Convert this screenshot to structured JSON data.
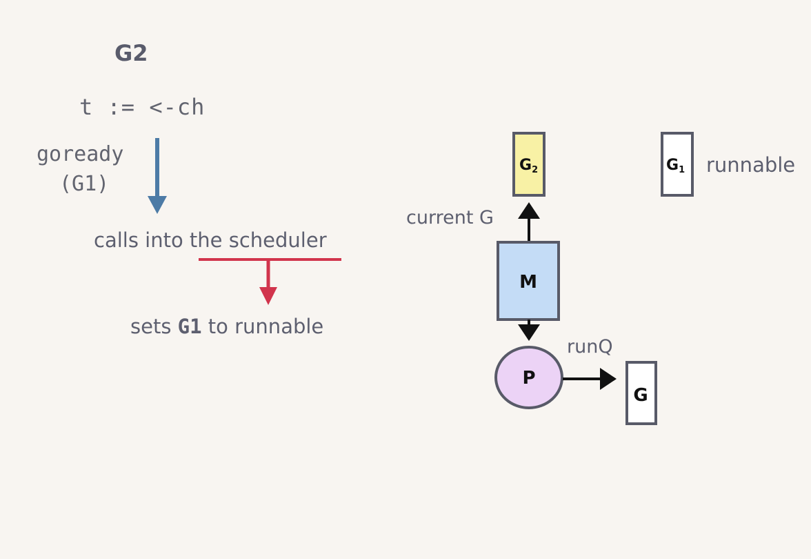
{
  "left": {
    "heading": "G2",
    "code_line": "t := <-ch",
    "goready_line1": "goready",
    "goready_line2": "(G1)",
    "calls_label": "calls into the scheduler",
    "sets_prefix": "sets ",
    "sets_g": "G1",
    "sets_suffix": " to runnable"
  },
  "diagram": {
    "current_g_label": "current G",
    "g2_box": "G",
    "g2_sub": "2",
    "g1_box": "G",
    "g1_sub": "1",
    "runnable_label": "runnable",
    "m_label": "M",
    "p_label": "P",
    "runq_label": "runQ",
    "queue_g_label": "G"
  },
  "colors": {
    "background": "#f8f5f1",
    "blue_arrow": "#4d7ba6",
    "red_arrow": "#d1344c",
    "g2_fill": "#f8f1a5",
    "m_fill": "#c4dcf6",
    "p_fill": "#ecd3f6",
    "box_stroke": "#585a68"
  }
}
